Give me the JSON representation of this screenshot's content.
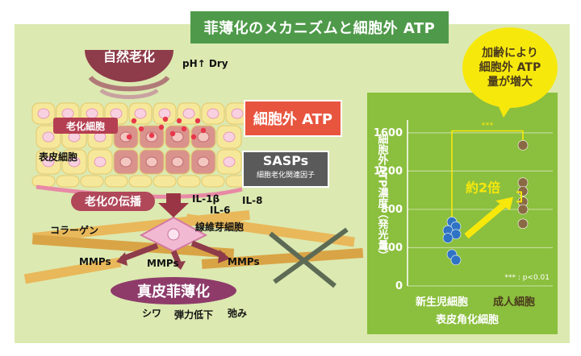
{
  "title": "菲薄化のメカニズムと細胞外 ATP",
  "bubble": {
    "line1": "加齢により",
    "line2": "細胞外 ATP",
    "line3": "量が増大"
  },
  "diagram": {
    "aging": "自然老化",
    "ph_dry": "pH↑ Dry",
    "aged_cell": "老化細胞",
    "epidermal_cell": "表皮細胞",
    "extracellular_atp": "細胞外 ATP",
    "sasps": "SASPs",
    "sasps_sub": "細胞老化関連因子",
    "propagation": "老化の伝播",
    "il1b": "IL-1β",
    "il6": "IL-6",
    "il8": "IL-8",
    "collagen": "コラーゲン",
    "fibroblast": "線維芽細胞",
    "mmps": [
      "MMPs",
      "MMPs",
      "MMPs"
    ],
    "thinning": "真皮菲薄化",
    "wrinkle": "シワ",
    "elasticity": "弾力低下",
    "sag": "弛み"
  },
  "colors": {
    "title_bg": "#4f9a4a",
    "panel_bg": "#dce9b1",
    "chart_bg": "#8bbf3e",
    "newborn": "#2f74c4",
    "adult": "#8a6a44",
    "highlight": "#f7e80c",
    "atp_box": "#e8553e"
  },
  "chart_data": {
    "type": "scatter",
    "ylabel": "細胞外ATP濃度（発光量）",
    "xlabel": "表皮角化細胞",
    "categories": [
      "新生児細胞",
      "成人細胞"
    ],
    "yticks": [
      0,
      400,
      800,
      1200,
      1600
    ],
    "ylim": [
      0,
      1700
    ],
    "series": [
      {
        "name": "新生児細胞",
        "values": [
          670,
          620,
          580,
          540,
          500,
          330,
          270
        ]
      },
      {
        "name": "成人細胞",
        "values": [
          1470,
          1080,
          990,
          880,
          800,
          650
        ]
      }
    ],
    "significance": "***",
    "pvalue_note": "*** : p<0.01",
    "fold_label": "約2倍"
  }
}
